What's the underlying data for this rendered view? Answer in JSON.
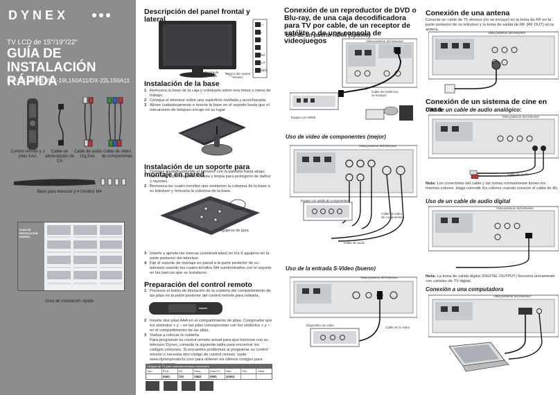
{
  "left_panel": {
    "brand": "DYNEX",
    "subtitle": "TV LCD de 15\"/19\"/22\"",
    "title_line1": "GUÍA DE INSTALACIÓN",
    "title_line2": "RÁPIDA",
    "models": "DX-15L150A11/DX-19L150A11/DX-22L150A11",
    "accessories": [
      "Control remoto y 2 pilas AAA",
      "Cable de alimentación de CA",
      "Cable de audio Izq./Der.",
      "Cable de video de componentes"
    ],
    "base_caption": "Base para televisor y 4 tornillos M4",
    "thumb_caption": "Guía de instalación rápida",
    "thumb_title": "GUÍA DE INSTALACIÓN RÁPIDA"
  },
  "col2": {
    "front_title": "Descripción del panel frontal y lateral",
    "labels": {
      "power_led": "Indicador de encendido",
      "remote_sensor": "Sensor del control remoto"
    },
    "side_buttons": [
      "VOL+",
      "VOL-",
      "CH+",
      "CH-",
      "MENU",
      "INPUT",
      "POWER"
    ],
    "base_title": "Instalación de la base",
    "base_steps": [
      {
        "n": "1",
        "text": "Remueva la base de la caja y colóquela sobre una mesa o mesa de trabajo."
      },
      {
        "n": "2",
        "text": "Coloque el televisor sobre una superficie nivelada y acolchonada."
      },
      {
        "n": "3",
        "text": "Alinee cuidadosamente e inserte la base en el soporte hasta que el mecanismo de bloqueo encaje en su lugar."
      }
    ],
    "wall_title": "Instalación de un soporte para montaje en pared",
    "wall_steps": [
      {
        "n": "1",
        "text": "Coloque cuidadosamente el televisor con la pantalla hacia abajo, sobre una superficie acolchonada y limpia para protegerlo de daños y rayones."
      },
      {
        "n": "2",
        "text": "Remueva los cuatro tornillos que sostienen la columna de la base a su televisor y remueva la columna de la base."
      }
    ],
    "holes_label": "Agujeros de guía",
    "wall_steps2": [
      {
        "n": "3",
        "text": "Inserte y apriete las tuercas (suministradas) en los 4 agujeros en la parte posterior del televisor."
      },
      {
        "n": "4",
        "text": "Fije el soporte de montaje en pared a la parte posterior de su televisor usando los cuatro tornillos M4 suministrados con el soporte en las tuercas que se instalaron."
      }
    ],
    "remote_title": "Preparación del control remoto",
    "remote_steps": [
      {
        "n": "1",
        "text": "Presione el botón de liberación de la cubierta del compartimiento de las pilas en la parte posterior del control remoto para retirarla."
      },
      {
        "n": "2",
        "text": "Inserte dos pilas AAA en el compartimiento de pilas. Compruebe que los símbolos + y – en las pilas correspondan con los símbolos + y – en el compartimiento de las pilas."
      },
      {
        "n": "3",
        "text": "Vuelva a colocar la cubierta."
      }
    ],
    "remote_para": "Para programar su control remoto actual para que funcione con su televisor Dynex, consulte la siguiente tabla para encontrar los códigos comunes. Si encuentra problemas al programar su control remoto o necesita otro código de control remoto, visite www.dynexproducts.com para obtener los últimos códigos para control remoto.",
    "table": {
      "head": "Códigos de TV para controles remotos universales",
      "cols": [
        "Tipo",
        "RCA",
        "GE",
        "Sony",
        "DirecTV",
        "Dish",
        "TiVo",
        "Cable"
      ],
      "row": [
        "",
        "0463",
        "720",
        "0463",
        "0091",
        "10463",
        "",
        ""
      ]
    }
  },
  "col3": {
    "dvd_title": "Conexión de un reproductor de DVD o Blu-ray, de una caja decodificadora para TV por cable, de un receptor de satélite o de una consola de videojuegos",
    "hdmi_sub": "Uso de un puerto HDMI (óptimo)",
    "hdmi_labels": {
      "tv_back": "Vista posterior del televisor",
      "cable": "Cable de HDMI (no se incluye)",
      "device": "Equipo con HDMI"
    },
    "component_sub": "Uso de video de componentes (mejor)",
    "component_labels": {
      "tv_back": "Vista posterior del televisor",
      "device": "Equipo con salida de componentes",
      "video_cable": "Cable de video de componentes",
      "audio_cable": "Cable de audio"
    },
    "svideo_sub": "Uso de la entrada S-Video (bueno)",
    "svideo_labels": {
      "tv_back": "Vista posterior del televisor",
      "device": "Dispositivo de video",
      "cable": "Cable de S-Video"
    }
  },
  "col4": {
    "antenna_title": "Conexión de una antena",
    "antenna_text": "Conecte un cable de 75 ohmios (no se incluye) en la toma de RF en la parte posterior de su televisor y la toma de salida de RF (RF OUT) en la antena.",
    "antenna_tv": "Vista posterior del televisor",
    "home_title": "Conexión de un sistema de cine en casa",
    "analog_sub": "Uso de un cable de audio analógico:",
    "analog_labels": {
      "tv_back": "Vista posterior del televisor",
      "cable": "Cable de audio"
    },
    "analog_note_label": "Nota:",
    "analog_note": "Los conectores del cable y las tomas normalmente tienen los mismos colores. Haga coincidir los colores cuando conecte el cable de AV.",
    "digital_sub": "Uso de un cable de audio digital",
    "digital_tv": "Vista posterior del televisor",
    "digital_note_label": "Nota:",
    "digital_note": "La toma de salida digital (DIGITAL OUTPUT) funciona únicamente con canales de TV digital.",
    "computer_sub": "Conexión a una computadora",
    "computer_tv": "Vista posterior del televisor"
  }
}
